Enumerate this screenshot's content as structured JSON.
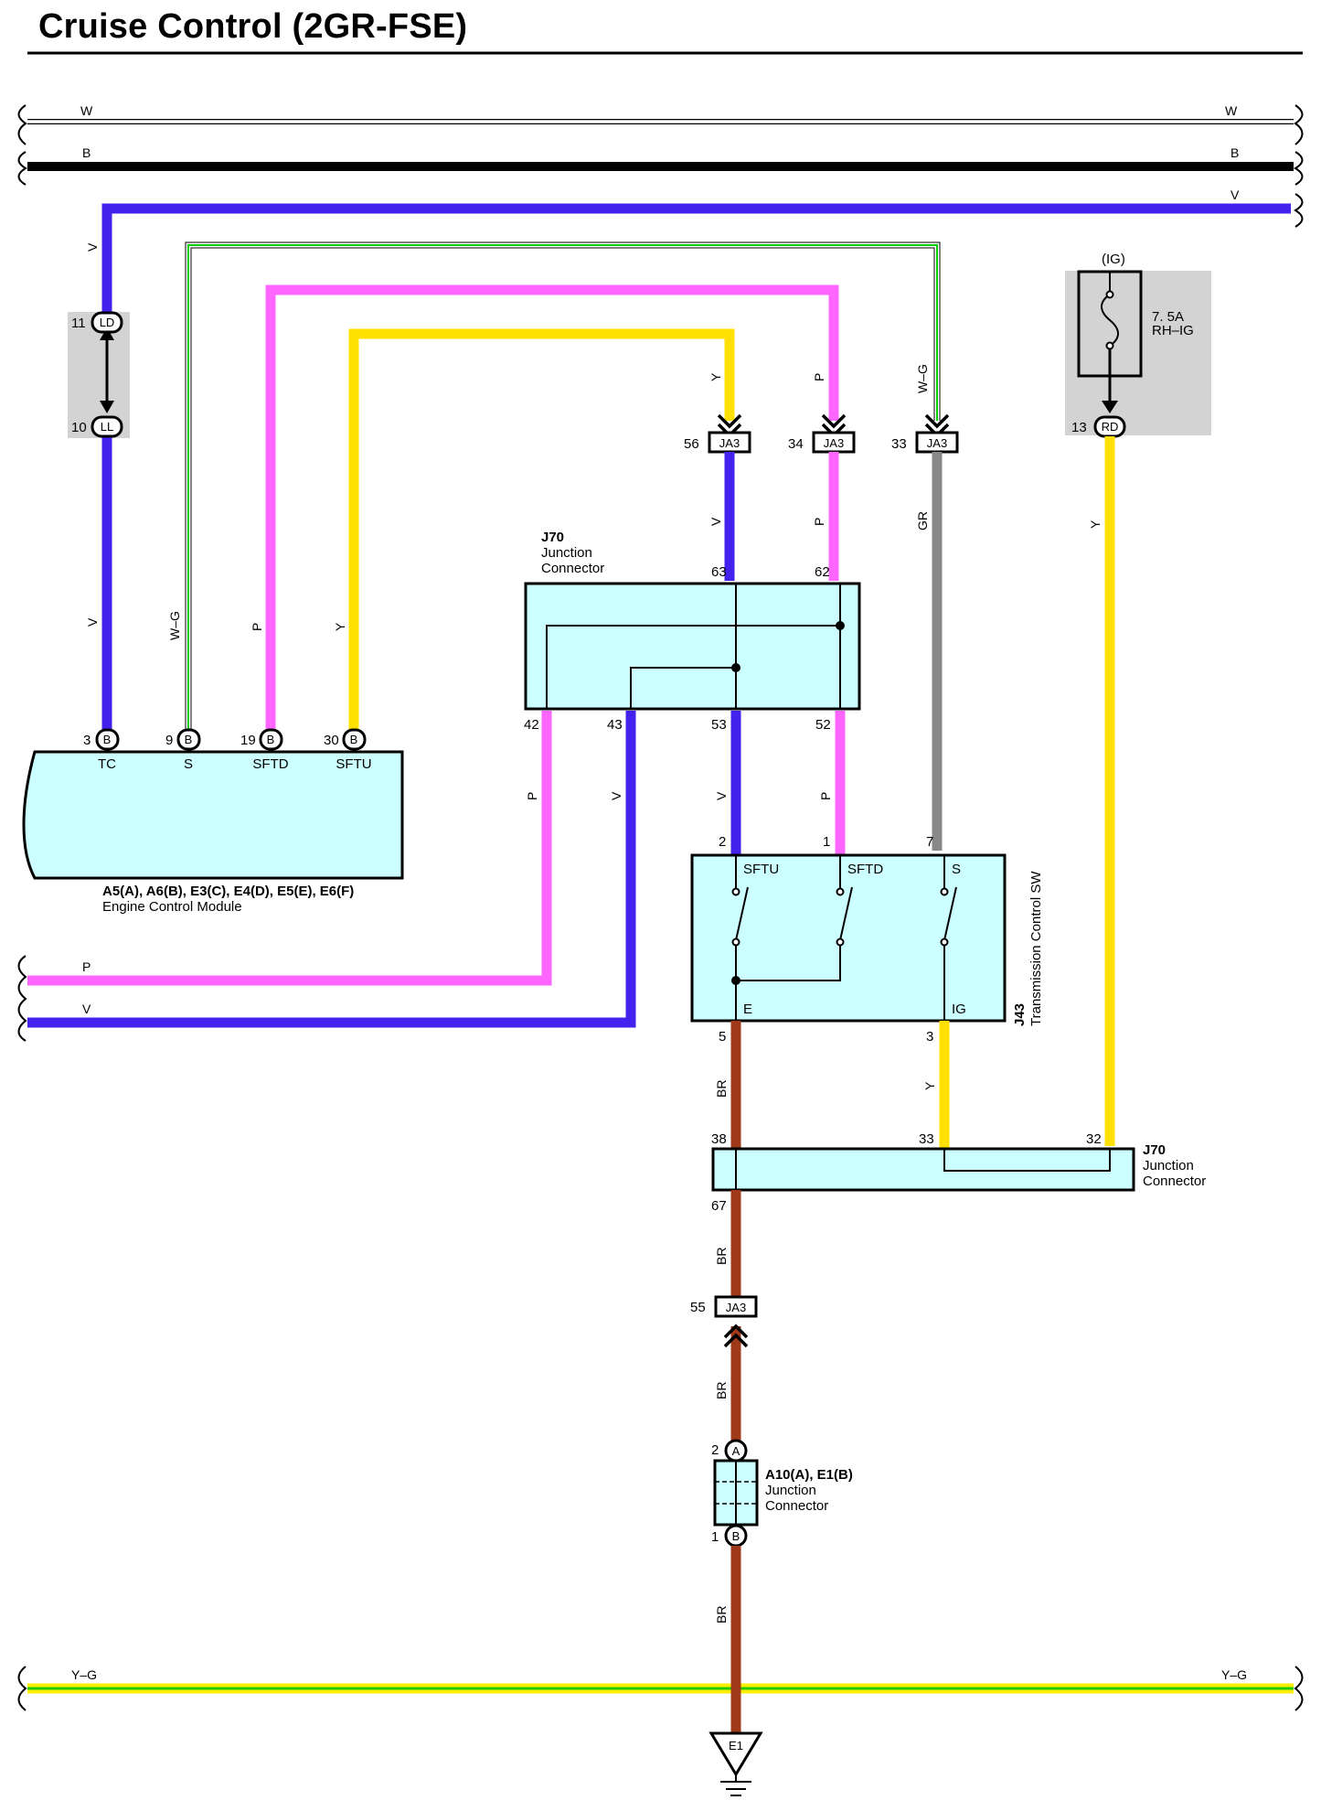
{
  "title": "Cruise Control (2GR-FSE)",
  "colors": {
    "V": "#4422ee",
    "P": "#ff66ff",
    "Y": "#ffe000",
    "GR": "#888888",
    "BR": "#a0391a",
    "G": "#00cc00",
    "YG_yellow": "#ffee00",
    "YG_green": "#22cc00",
    "B": "#000000",
    "box_fill": "#ccffff",
    "shade": "#d3d3d3"
  },
  "wires": {
    "top_w_left": "W",
    "top_w_right": "W",
    "top_b_left": "B",
    "top_b_right": "B",
    "top_v_right": "V",
    "v_left_upper": "V",
    "v_left_lower": "V",
    "wg_ecm": "W–G",
    "p_ecm": "P",
    "y_ecm": "Y",
    "y_56": "Y",
    "p_34": "P",
    "wg_33": "W–G",
    "v_63": "V",
    "p_62": "P",
    "gr_33": "GR",
    "y_fuse": "Y",
    "p_42": "P",
    "v_43": "V",
    "v_53": "V",
    "p_52": "P",
    "bot_p_left": "P",
    "bot_v_left": "V",
    "br_5": "BR",
    "y_3": "Y",
    "br_67": "BR",
    "br_55": "BR",
    "br_1": "BR",
    "yg_left": "Y–G",
    "yg_right": "Y–G"
  },
  "ld_ll": {
    "ld_pin": "11",
    "ld_label": "LD",
    "ll_pin": "10",
    "ll_label": "LL"
  },
  "fuse": {
    "source": "(IG)",
    "rating": "7. 5A",
    "name": "RH–IG",
    "pin": "13",
    "connector": "RD"
  },
  "ja3": [
    {
      "pin": "56",
      "label": "JA3"
    },
    {
      "pin": "34",
      "label": "JA3"
    },
    {
      "pin": "33",
      "label": "JA3"
    },
    {
      "pin": "55",
      "label": "JA3"
    }
  ],
  "j70_top": {
    "id": "J70",
    "line1": "Junction",
    "line2": "Connector",
    "pins": {
      "p63": "63",
      "p62": "62",
      "p42": "42",
      "p43": "43",
      "p53": "53",
      "p52": "52"
    }
  },
  "ecm": {
    "pins": [
      {
        "num": "3",
        "conn": "B",
        "name": "TC"
      },
      {
        "num": "9",
        "conn": "B",
        "name": "S"
      },
      {
        "num": "19",
        "conn": "B",
        "name": "SFTD"
      },
      {
        "num": "30",
        "conn": "B",
        "name": "SFTU"
      }
    ],
    "codes": "A5(A), A6(B), E3(C), E4(D), E5(E), E6(F)",
    "name": "Engine Control Module"
  },
  "tcsw": {
    "id": "J43",
    "name": "Transmission Control SW",
    "pins": {
      "p2": "2",
      "p1": "1",
      "p7": "7",
      "p5": "5",
      "p3": "3"
    },
    "terminals": {
      "sftu": "SFTU",
      "sftd": "SFTD",
      "s": "S",
      "e": "E",
      "ig": "IG"
    }
  },
  "j70_bottom": {
    "id": "J70",
    "line1": "Junction",
    "line2": "Connector",
    "pins": {
      "p38": "38",
      "p33": "33",
      "p32": "32",
      "p67": "67"
    }
  },
  "a10": {
    "codes": "A10(A), E1(B)",
    "line1": "Junction",
    "line2": "Connector",
    "pin_a": "2",
    "conn_a": "A",
    "pin_b": "1",
    "conn_b": "B"
  },
  "ground": {
    "label": "E1"
  }
}
